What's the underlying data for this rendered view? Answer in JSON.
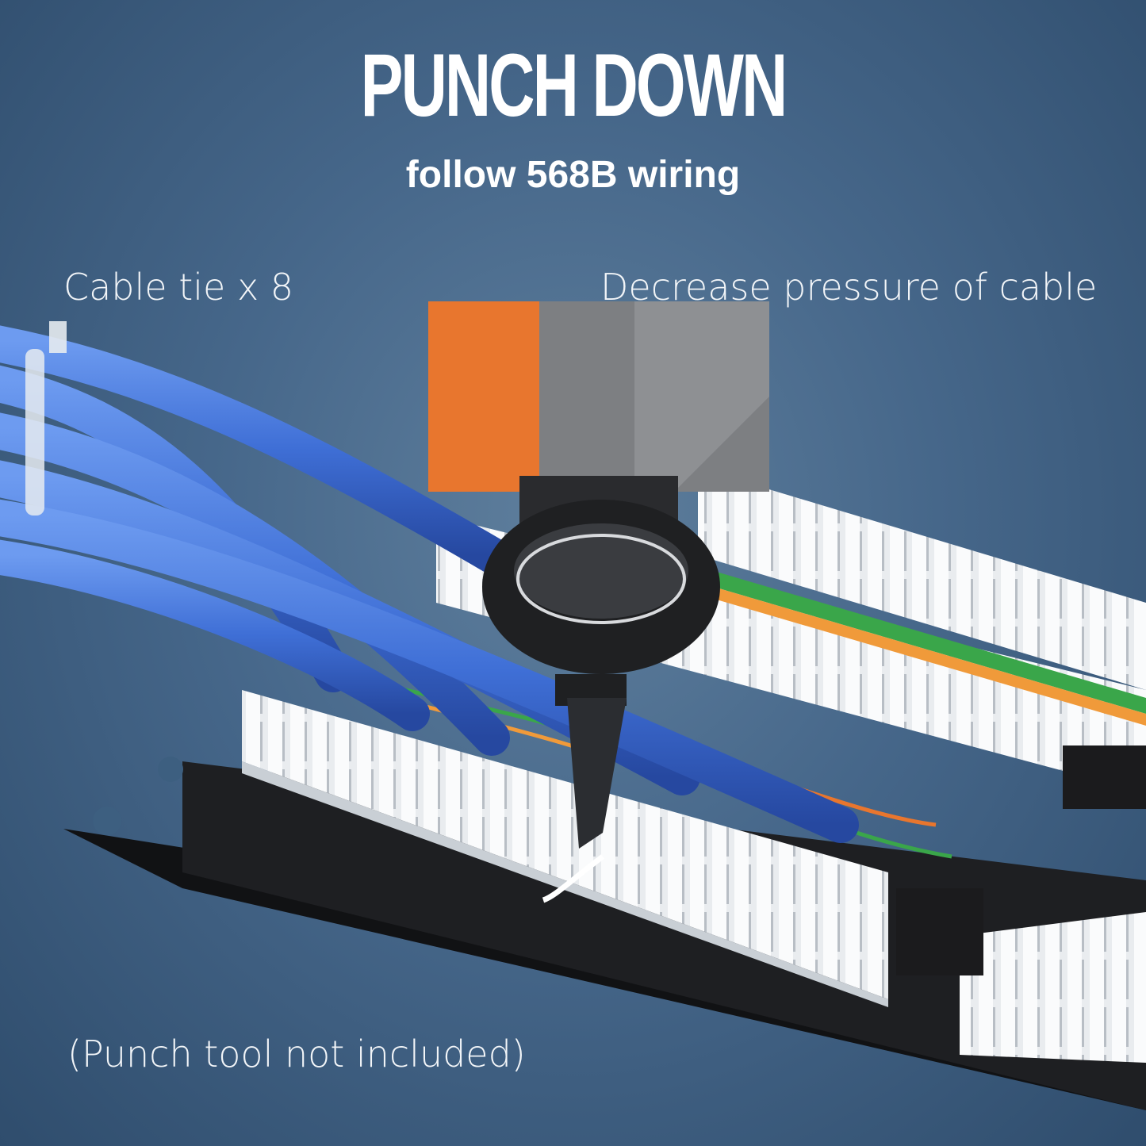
{
  "header": {
    "title": "PUNCH DOWN",
    "subtitle": "follow 568B wiring"
  },
  "captions": {
    "cable_tie": "Cable tie x 8",
    "pressure": "Decrease pressure of cable",
    "note": "(Punch tool not included)"
  },
  "colors": {
    "cable": "#3f6fd6",
    "tool_orange": "#e8762e",
    "tool_gray": "#7d7f82",
    "panel": "#1d1d1f",
    "label_green": "#3aa64a",
    "label_orange": "#f09a3a"
  }
}
